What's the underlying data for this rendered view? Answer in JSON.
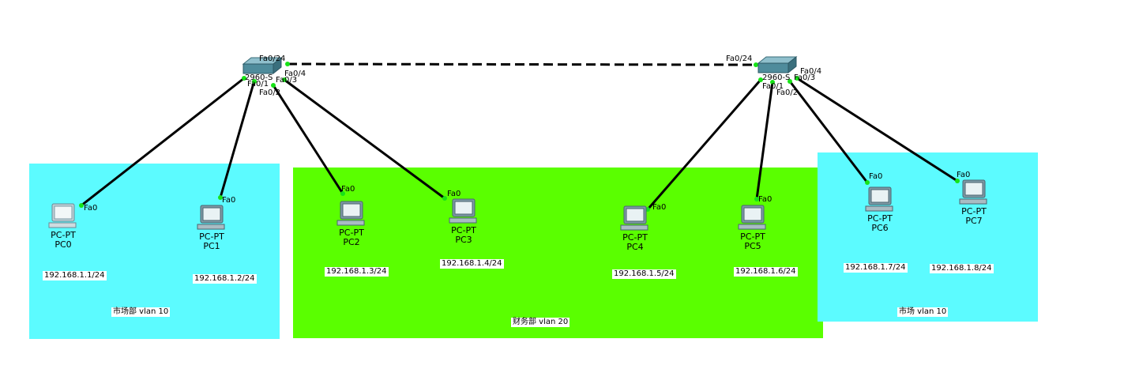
{
  "zones": [
    {
      "id": "z1",
      "label": "市场部 vlan 10",
      "color": "#5cfbff"
    },
    {
      "id": "z2",
      "label": "财务部 vlan 20",
      "color": "#5aff00"
    },
    {
      "id": "z3",
      "label": "市场  vlan 10",
      "color": "#5cfbff"
    }
  ],
  "switches": [
    {
      "id": "sw0",
      "name": "2960-S"
    },
    {
      "id": "sw1",
      "name": "2960-S"
    }
  ],
  "pcs": [
    {
      "id": "pc0",
      "type": "PC-PT",
      "name": "PC0",
      "ip": "192.168.1.1/24",
      "port": "Fa0"
    },
    {
      "id": "pc1",
      "type": "PC-PT",
      "name": "PC1",
      "ip": "192.168.1.2/24",
      "port": "Fa0"
    },
    {
      "id": "pc2",
      "type": "PC-PT",
      "name": "PC2",
      "ip": "192.168.1.3/24",
      "port": "Fa0"
    },
    {
      "id": "pc3",
      "type": "PC-PT",
      "name": "PC3",
      "ip": "192.168.1.4/24",
      "port": "Fa0"
    },
    {
      "id": "pc4",
      "type": "PC-PT",
      "name": "PC4",
      "ip": "192.168.1.5/24",
      "port": "Fa0"
    },
    {
      "id": "pc5",
      "type": "PC-PT",
      "name": "PC5",
      "ip": "192.168.1.6/24",
      "port": "Fa0"
    },
    {
      "id": "pc6",
      "type": "PC-PT",
      "name": "PC6",
      "ip": "192.168.1.7/24",
      "port": "Fa0"
    },
    {
      "id": "pc7",
      "type": "PC-PT",
      "name": "PC7",
      "ip": "192.168.1.8/24",
      "port": "Fa0"
    }
  ],
  "switch_ports": {
    "sw0": [
      "Fa0/24",
      "Fa0/4",
      "Fa0/3",
      "Fa0/1",
      "Fa0/2"
    ],
    "sw1": [
      "Fa0/24",
      "Fa0/4",
      "Fa0/3",
      "Fa0/1",
      "Fa0/2"
    ]
  },
  "links": [
    {
      "from": "sw0",
      "from_port": "Fa0/1",
      "to": "pc0",
      "style": "solid"
    },
    {
      "from": "sw0",
      "from_port": "Fa0/2",
      "to": "pc1",
      "style": "solid"
    },
    {
      "from": "sw0",
      "from_port": "Fa0/3",
      "to": "pc2",
      "style": "solid"
    },
    {
      "from": "sw0",
      "from_port": "Fa0/4",
      "to": "pc3",
      "style": "solid"
    },
    {
      "from": "sw1",
      "from_port": "Fa0/1",
      "to": "pc4",
      "style": "solid"
    },
    {
      "from": "sw1",
      "from_port": "Fa0/2",
      "to": "pc5",
      "style": "solid"
    },
    {
      "from": "sw1",
      "from_port": "Fa0/3",
      "to": "pc6",
      "style": "solid"
    },
    {
      "from": "sw1",
      "from_port": "Fa0/4",
      "to": "pc7",
      "style": "solid"
    },
    {
      "from": "sw0",
      "from_port": "Fa0/24",
      "to": "sw1",
      "to_port": "Fa0/24",
      "style": "dashed"
    }
  ],
  "colors": {
    "link": "#000000",
    "port_dot": "#17e317",
    "pc_body": "#7f9aa6",
    "pc_screen": "#e9f2f4",
    "switch_body": "#4f8c9c"
  }
}
